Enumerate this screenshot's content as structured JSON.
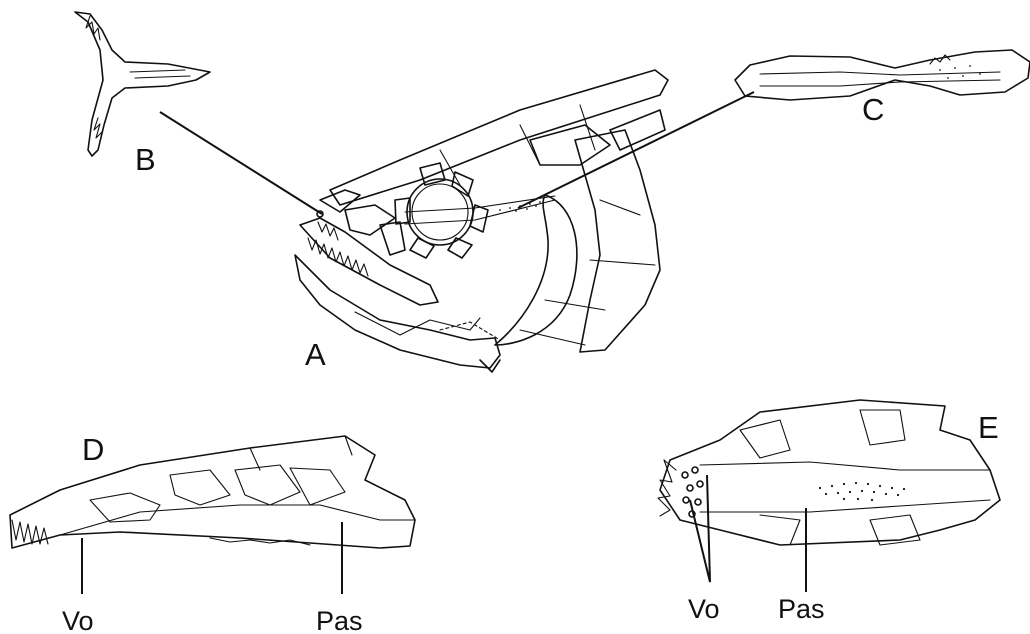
{
  "figure": {
    "panel_labels": {
      "a": "A",
      "b": "B",
      "c": "C",
      "d": "D",
      "e": "E"
    },
    "annotations": {
      "d_vo": "Vo",
      "d_pas": "Pas",
      "e_vo": "Vo",
      "e_pas": "Pas"
    }
  }
}
